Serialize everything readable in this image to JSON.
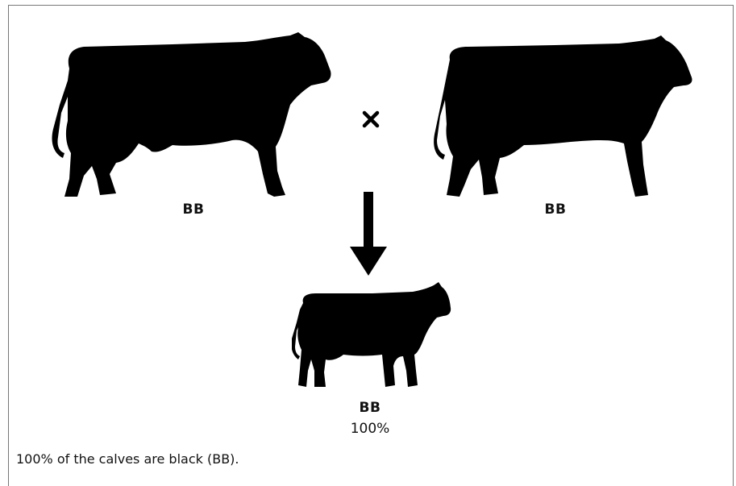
{
  "parents": [
    {
      "genotype": "BB"
    },
    {
      "genotype": "BB"
    }
  ],
  "cross_symbol": "×",
  "offspring": {
    "genotype": "BB",
    "percent": "100%"
  },
  "caption": "100% of the calves are black (BB).",
  "colors": {
    "silhouette": "#000000",
    "border": "#777777"
  }
}
